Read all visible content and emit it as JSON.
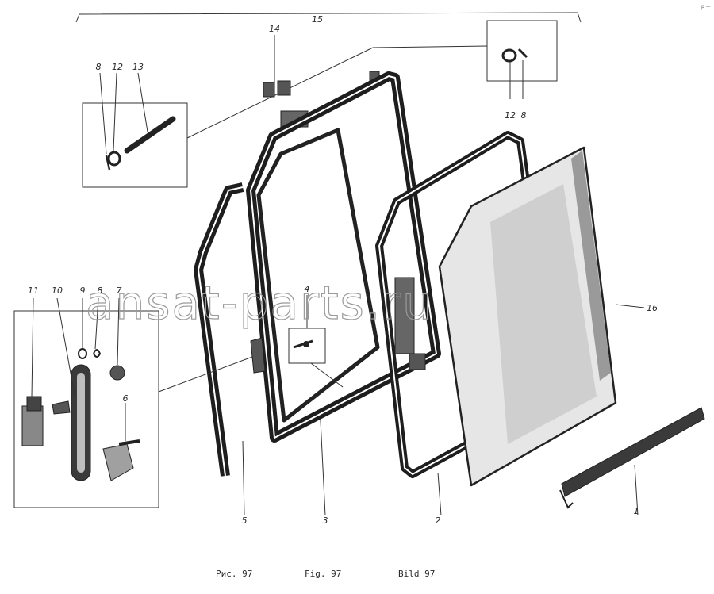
{
  "watermark": "ansat-parts.ru",
  "corner_mark": "р·—",
  "captions": {
    "ru": "Рис. 97",
    "en": "Fig. 97",
    "de": "Bild 97"
  },
  "callouts": {
    "c1": "1",
    "c2": "2",
    "c3": "3",
    "c4": "4",
    "c5": "5",
    "c6": "6",
    "c7": "7",
    "c8a": "8",
    "c8b": "8",
    "c8c": "8",
    "c9": "9",
    "c10": "10",
    "c11": "11",
    "c12a": "12",
    "c12b": "12",
    "c13": "13",
    "c14": "14",
    "c15": "15",
    "c16": "16"
  }
}
